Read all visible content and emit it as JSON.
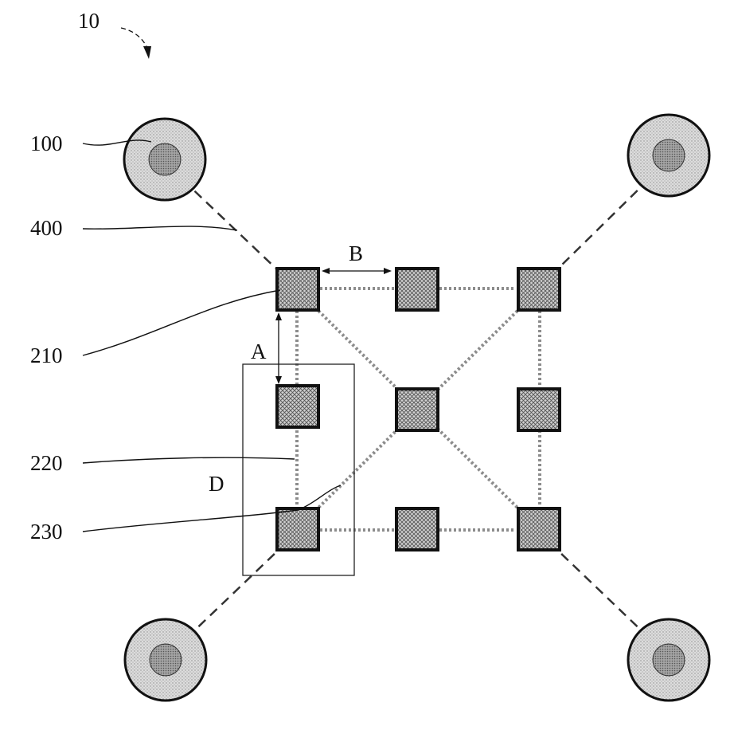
{
  "figure": {
    "number": "10"
  },
  "labels": {
    "ref_100": "100",
    "ref_400": "400",
    "ref_210": "210",
    "ref_220": "220",
    "ref_230": "230",
    "dim_A": "A",
    "dim_B": "B",
    "dim_D": "D"
  },
  "colors": {
    "stroke": "#111111",
    "pad_fill": "#c8c8c8",
    "circle_fill": "#d9d9d9",
    "circle_center": "#9a9a9a",
    "dotted_line": "#8c8c8c"
  },
  "components": {
    "circular_pads": [
      "top-left",
      "top-right",
      "bottom-left",
      "bottom-right"
    ],
    "square_pads_grid": "3x3"
  }
}
